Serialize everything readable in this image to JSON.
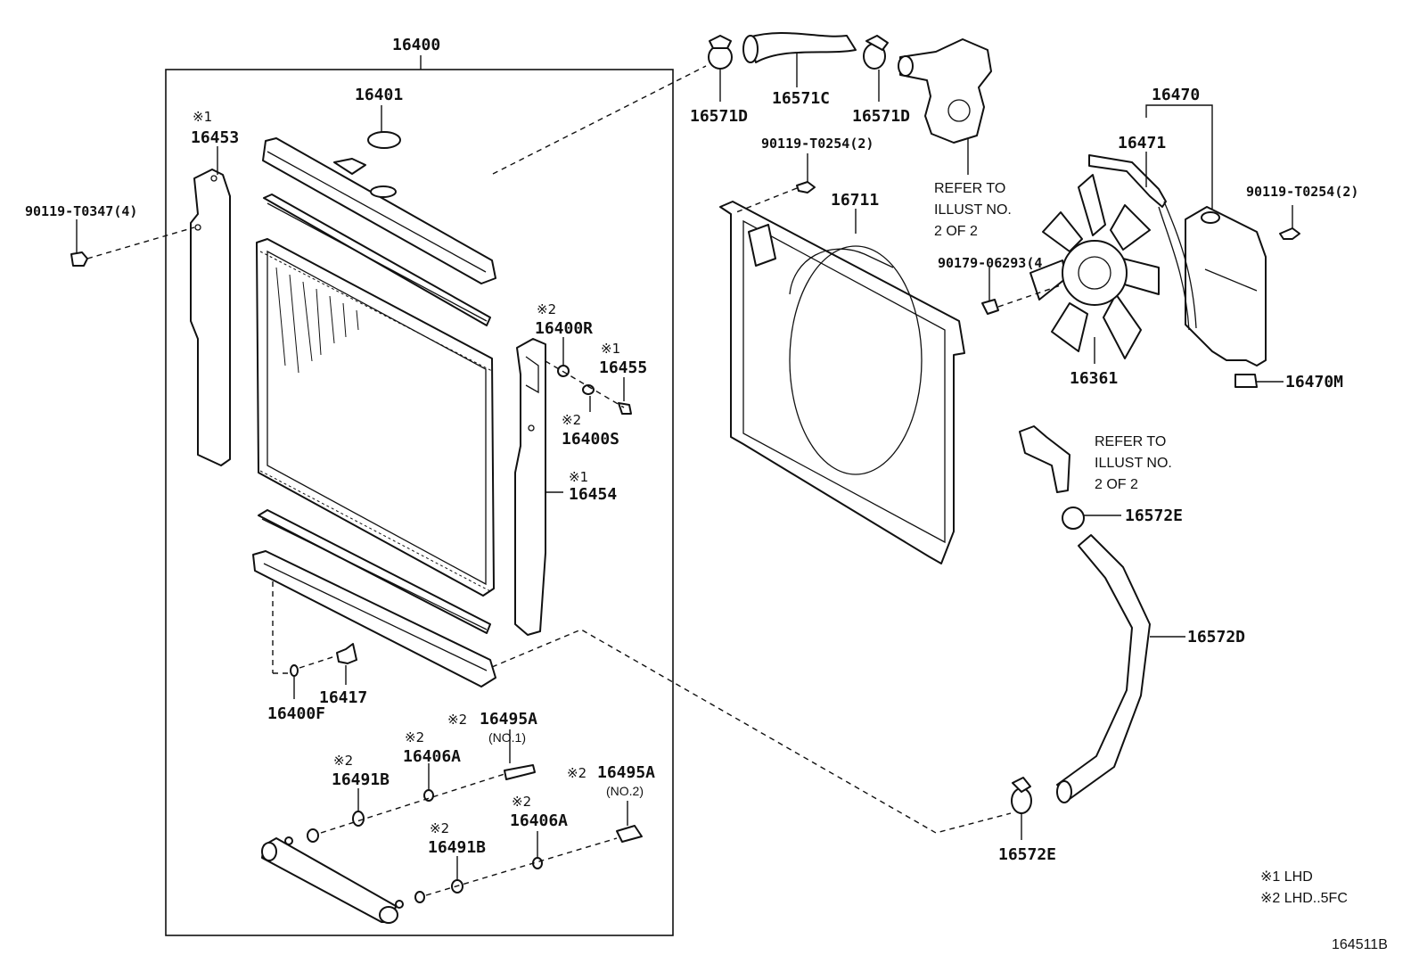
{
  "parts": {
    "p16400": "16400",
    "p16401": "16401",
    "p16453": "16453",
    "p16453_mark": "※1",
    "p90119_T0347": "90119-T0347(4)",
    "p16400R": "16400R",
    "p16400R_mark": "※2",
    "p16455": "16455",
    "p16455_mark": "※1",
    "p16400S": "16400S",
    "p16400S_mark": "※2",
    "p16454": "16454",
    "p16454_mark": "※1",
    "p16400F": "16400F",
    "p16417": "16417",
    "p16495A_1": "16495A",
    "p16495A_1_mark": "※2",
    "p16495A_1_note": "(NO.1)",
    "p16406A_1": "16406A",
    "p16406A_1_mark": "※2",
    "p16491B_1": "16491B",
    "p16491B_1_mark": "※2",
    "p16495A_2": "16495A",
    "p16495A_2_mark": "※2",
    "p16495A_2_note": "(NO.2)",
    "p16406A_2": "16406A",
    "p16406A_2_mark": "※2",
    "p16491B_2": "16491B",
    "p16491B_2_mark": "※2",
    "p16571D_1": "16571D",
    "p16571C": "16571C",
    "p16571D_2": "16571D",
    "p90119_T0254_1": "90119-T0254(2)",
    "p16711": "16711",
    "refer1": [
      "REFER TO",
      "ILLUST NO.",
      "2 OF 2"
    ],
    "p16470": "16470",
    "p16471": "16471",
    "p90119_T0254_2": "90119-T0254(2)",
    "p90179_06293": "90179-06293(4",
    "p16361": "16361",
    "p16470M": "16470M",
    "refer2": [
      "REFER TO",
      "ILLUST NO.",
      "2 OF 2"
    ],
    "p16572E_1": "16572E",
    "p16572D": "16572D",
    "p16572E_2": "16572E"
  },
  "legend": {
    "note1": "※1 LHD",
    "note2": "※2 LHD..5FC"
  },
  "illustration_id": "164511B"
}
